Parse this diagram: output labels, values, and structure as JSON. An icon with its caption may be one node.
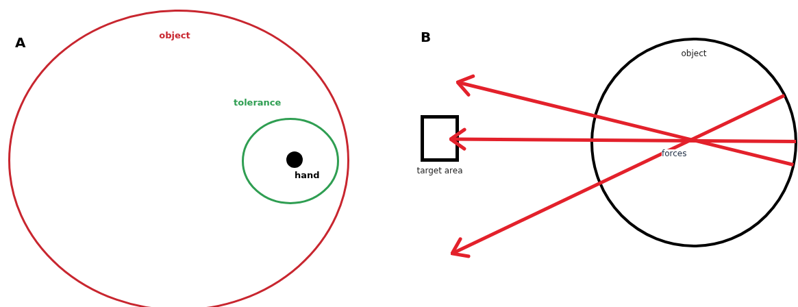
{
  "diagram": {
    "nodes": [
      {
        "text": [
          "object"
        ]
      },
      {
        "text": [
          "tolerance"
        ],
        "in": 0
      },
      {
        "text": [
          "hand"
        ],
        "in": 1
      },
      {
        "text": [
          "target area"
        ]
      },
      {
        "text": [
          "object"
        ]
      }
    ],
    "edges": [
      {
        "from": 4,
        "to": null,
        "arrow": "to"
      },
      {
        "from": 4,
        "to": 3,
        "arrow": "to"
      },
      {
        "from": 4,
        "to": null,
        "arrow": "to"
      }
    ],
    "labels": [
      "A",
      "B",
      "forces"
    ]
  }
}
